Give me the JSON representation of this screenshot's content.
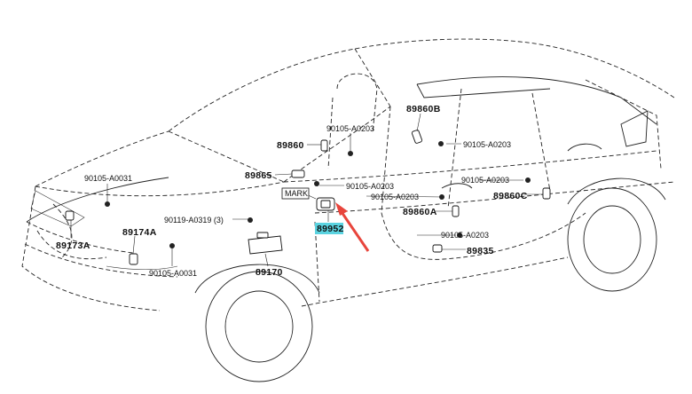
{
  "diagram": {
    "highlight_color": "#5bd3e0",
    "arrow_color": "#e8453c",
    "mark_label": "MARK",
    "parts": [
      {
        "id": "p89860B",
        "label": "89860B"
      },
      {
        "id": "p89860",
        "label": "89860"
      },
      {
        "id": "p89865",
        "label": "89865"
      },
      {
        "id": "p89860A",
        "label": "89860A"
      },
      {
        "id": "p89860C",
        "label": "89860C"
      },
      {
        "id": "p89835",
        "label": "89835"
      },
      {
        "id": "p89952",
        "label": "89952"
      },
      {
        "id": "p89174A",
        "label": "89174A"
      },
      {
        "id": "p89173A",
        "label": "89173A"
      },
      {
        "id": "p89170",
        "label": "89170"
      },
      {
        "id": "b1",
        "label": "90105-A0203"
      },
      {
        "id": "b2",
        "label": "90105-A0203"
      },
      {
        "id": "b3",
        "label": "90105-A0203"
      },
      {
        "id": "b4",
        "label": "90105-A0203"
      },
      {
        "id": "b5",
        "label": "90105-A0203"
      },
      {
        "id": "b6",
        "label": "90105-A0203"
      },
      {
        "id": "b7",
        "label": "90105-A0031"
      },
      {
        "id": "b8",
        "label": "90105-A0031"
      },
      {
        "id": "b9",
        "label": "90119-A0319 (3)"
      }
    ]
  }
}
